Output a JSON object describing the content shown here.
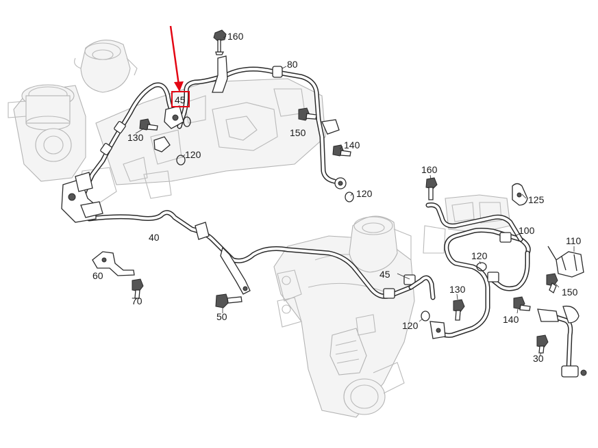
{
  "diagram": {
    "callouts": [
      {
        "id": "c160a",
        "label": "160"
      },
      {
        "id": "c80",
        "label": "80"
      },
      {
        "id": "c45a",
        "label": "45"
      },
      {
        "id": "c150a",
        "label": "150"
      },
      {
        "id": "c130a",
        "label": "130"
      },
      {
        "id": "c120a",
        "label": "120"
      },
      {
        "id": "c140a",
        "label": "140"
      },
      {
        "id": "c120b",
        "label": "120"
      },
      {
        "id": "c160b",
        "label": "160"
      },
      {
        "id": "c125",
        "label": "125"
      },
      {
        "id": "c100",
        "label": "100"
      },
      {
        "id": "c110",
        "label": "110"
      },
      {
        "id": "c40",
        "label": "40"
      },
      {
        "id": "c120c",
        "label": "120"
      },
      {
        "id": "c60",
        "label": "60"
      },
      {
        "id": "c45b",
        "label": "45"
      },
      {
        "id": "c130b",
        "label": "130"
      },
      {
        "id": "c150b",
        "label": "150"
      },
      {
        "id": "c70",
        "label": "70"
      },
      {
        "id": "c50",
        "label": "50"
      },
      {
        "id": "c140b",
        "label": "140"
      },
      {
        "id": "c120d",
        "label": "120"
      },
      {
        "id": "c30",
        "label": "30"
      }
    ],
    "highlight": {
      "color": "#e30613"
    }
  }
}
